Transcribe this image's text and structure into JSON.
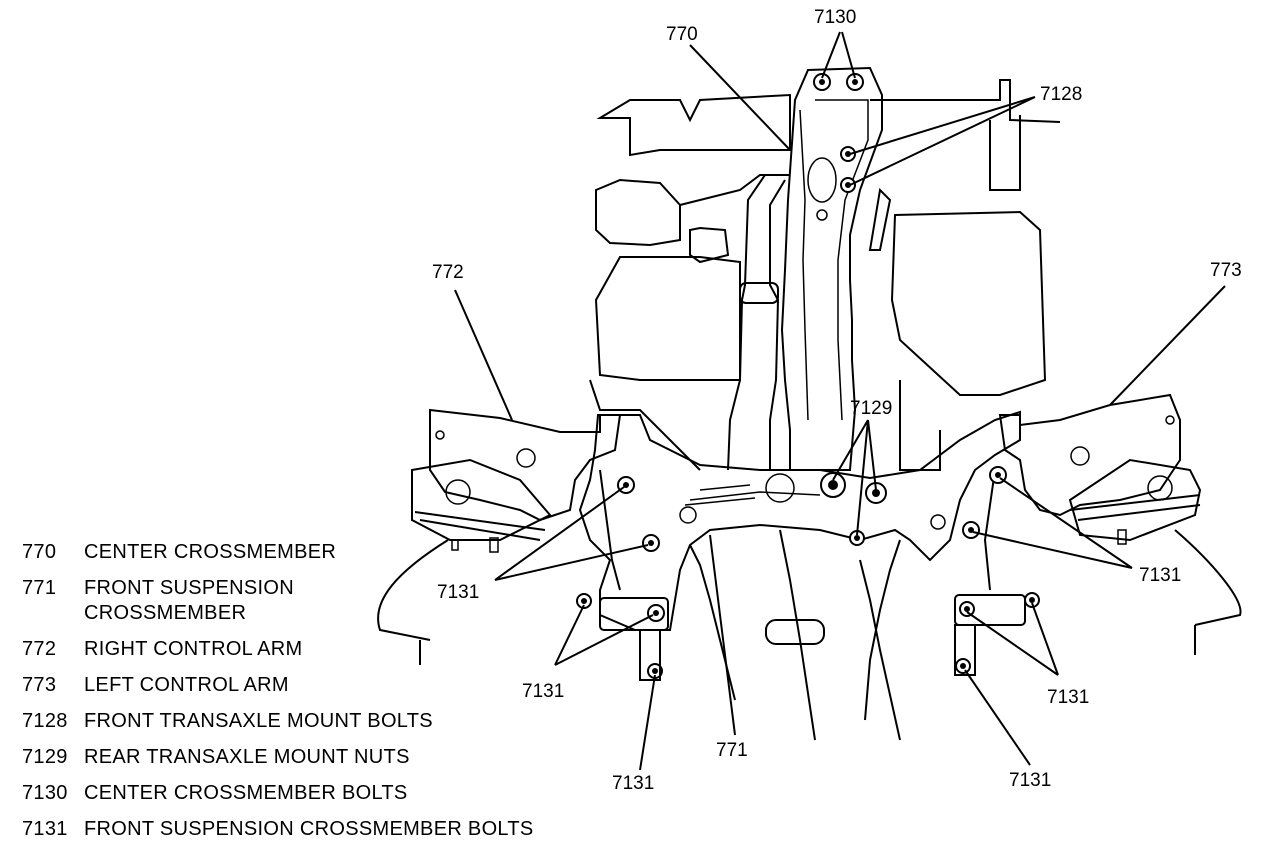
{
  "callouts": {
    "c7130": "7130",
    "c770": "770",
    "c7128": "7128",
    "c772": "772",
    "c773": "773",
    "c7129": "7129",
    "c7131_left_upper": "7131",
    "c7131_right_upper": "7131",
    "c7131_left_mid": "7131",
    "c7131_right_mid": "7131",
    "c771": "771",
    "c7131_left_lower": "7131",
    "c7131_right_lower": "7131"
  },
  "legend": [
    {
      "number": "770",
      "description": "CENTER CROSSMEMBER"
    },
    {
      "number": "771",
      "description": "FRONT SUSPENSION\nCROSSMEMBER"
    },
    {
      "number": "772",
      "description": "RIGHT CONTROL ARM"
    },
    {
      "number": "773",
      "description": "LEFT CONTROL ARM"
    },
    {
      "number": "7128",
      "description": "FRONT TRANSAXLE MOUNT BOLTS"
    },
    {
      "number": "7129",
      "description": "REAR TRANSAXLE MOUNT NUTS"
    },
    {
      "number": "7130",
      "description": "CENTER CROSSMEMBER BOLTS"
    },
    {
      "number": "7131",
      "description": "FRONT SUSPENSION CROSSMEMBER BOLTS"
    }
  ]
}
